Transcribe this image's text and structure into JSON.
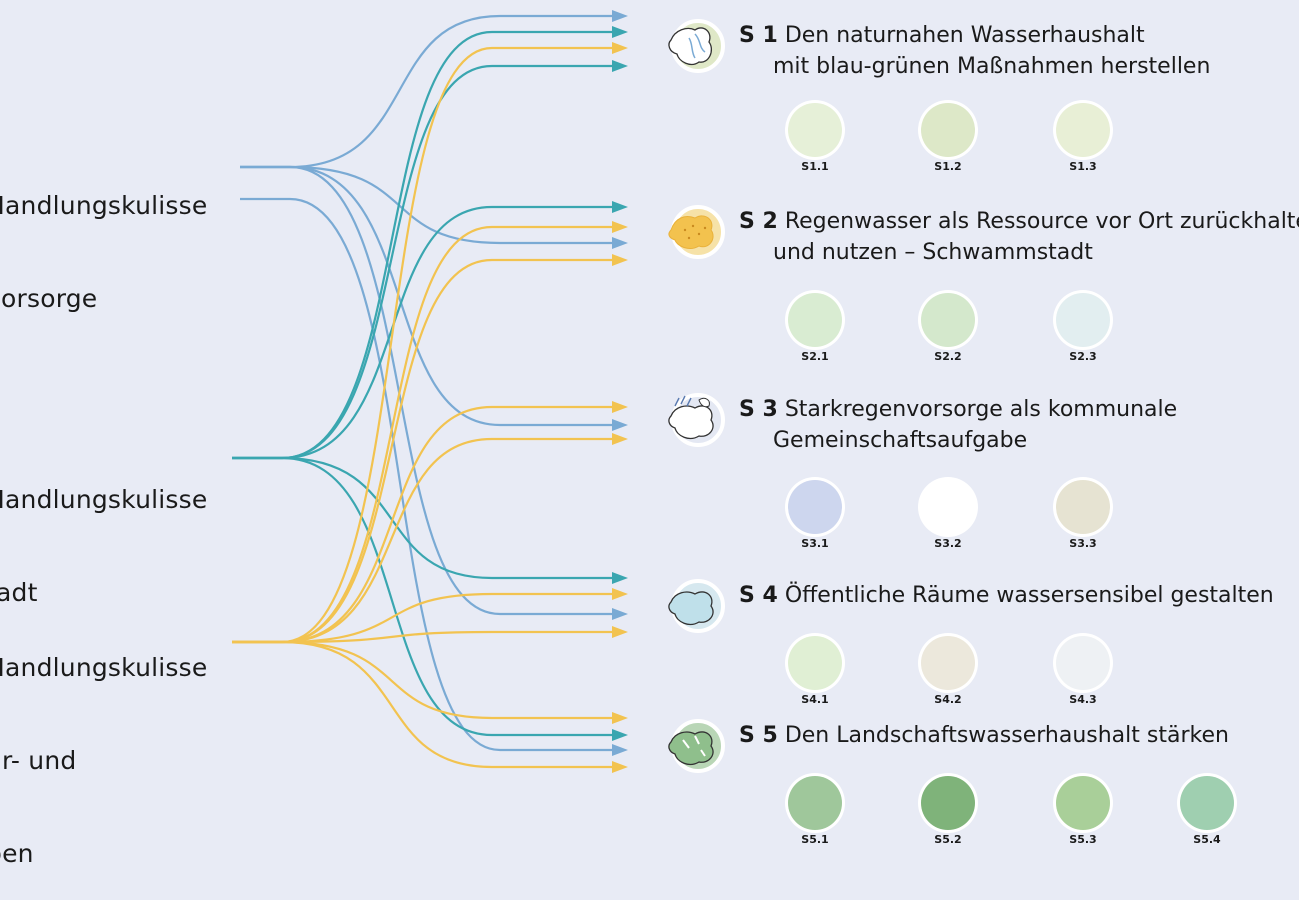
{
  "left_labels": [
    {
      "line1": "Handlungskulisse",
      "line2": "vorsorge"
    },
    {
      "line1": "Handlungskulisse",
      "line2": "tadt"
    },
    {
      "line1": "Handlungskulisse",
      "line2": "ur- und",
      "line3": "ben"
    }
  ],
  "strategies": [
    {
      "code": "S 1",
      "title": "Den naturnahen Wasserhaushalt",
      "title2": "mit blau-grünen Maßnahmen herstellen",
      "subs": [
        "S1.1",
        "S1.2",
        "S1.3"
      ]
    },
    {
      "code": "S 2",
      "title": "Regenwasser als Ressource vor Ort zurückhalten",
      "title2": "und nutzen – Schwammstadt",
      "subs": [
        "S2.1",
        "S2.2",
        "S2.3"
      ]
    },
    {
      "code": "S 3",
      "title": "Starkregenvorsorge als kommunale",
      "title2": "Gemeinschaftsaufgabe",
      "subs": [
        "S3.1",
        "S3.2",
        "S3.3"
      ]
    },
    {
      "code": "S 4",
      "title": "Öffentliche Räume wassersensibel gestalten",
      "title2": "",
      "subs": [
        "S4.1",
        "S4.2",
        "S4.3"
      ]
    },
    {
      "code": "S 5",
      "title": "Den Landschaftswasserhaushalt stärken",
      "title2": "",
      "subs": [
        "S5.1",
        "S5.2",
        "S5.3",
        "S5.4"
      ]
    }
  ],
  "colors": {
    "blue": "#7aaad4",
    "teal": "#3aa6b0",
    "yellow": "#f2c350",
    "background": "#e8ebf5"
  }
}
